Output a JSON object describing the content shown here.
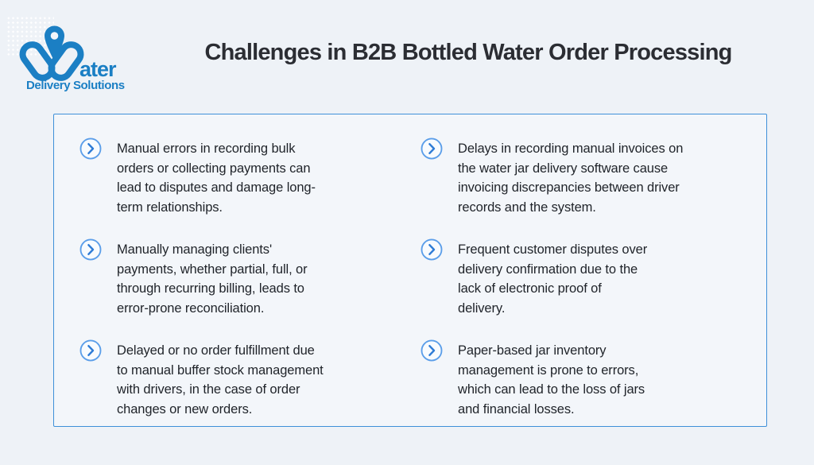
{
  "page": {
    "background_color": "#eef2f7",
    "decor": {
      "pattern": "white-dot-grid"
    }
  },
  "header": {
    "logo": {
      "icon": "water-w-location-pin-mark",
      "brand_word": "Water",
      "brand_suffix_text": "ater",
      "tagline": "Delivery Solutions",
      "brand_color": "#1b7fc4"
    },
    "title": "Challenges in B2B Bottled Water Order Processing",
    "title_color": "#2b2d33"
  },
  "challenges_panel": {
    "border_color": "#3e90d9",
    "background_color": "#f3f6fa",
    "bullet_icon": "chevron-right-circle-icon",
    "icon_circle_color": "#5b9ee9",
    "icon_chevron_color": "#2f7cd6",
    "text_color": "#1f2329",
    "items": [
      {
        "text": "Manual errors in recording bulk\norders or collecting payments can\nlead to disputes and damage long-\nterm relationships."
      },
      {
        "text": "Delays in recording manual invoices on\nthe water jar delivery software cause\ninvoicing discrepancies between driver\nrecords and the system."
      },
      {
        "text": "Manually managing clients'\npayments, whether partial, full, or\nthrough recurring billing, leads to\nerror-prone reconciliation."
      },
      {
        "text": "Frequent customer disputes over\ndelivery confirmation due to the\nlack of electronic proof of\ndelivery."
      },
      {
        "text": "Delayed or no order fulfillment due\nto manual buffer stock management\nwith drivers, in the case of order\nchanges or new orders."
      },
      {
        "text": "Paper-based jar inventory\nmanagement is prone to errors,\nwhich can lead to the loss of jars\nand financial losses."
      }
    ]
  }
}
